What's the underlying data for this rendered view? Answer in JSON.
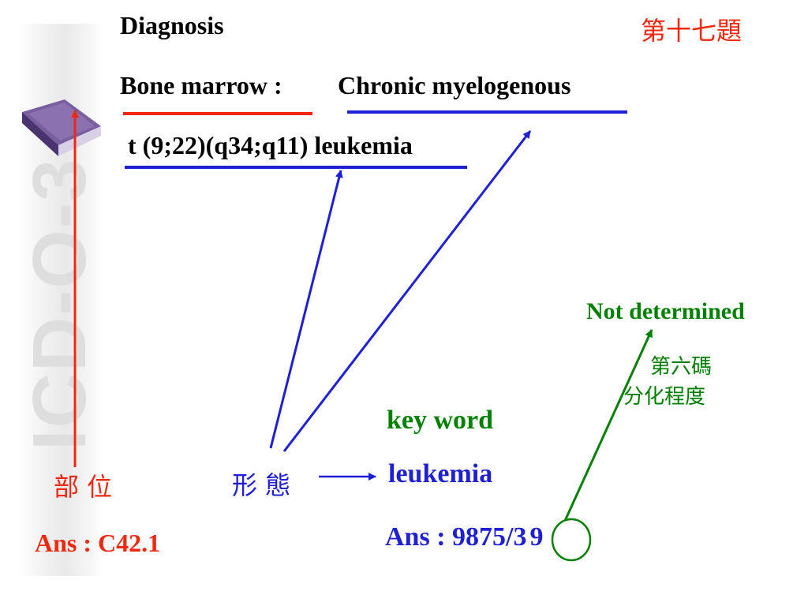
{
  "header": {
    "diagnosis_label": "Diagnosis",
    "question_number": "第十七題"
  },
  "diagnosis": {
    "site_text": "Bone marrow :",
    "morphology_text": "Chronic myelogenous",
    "line2_text": "t (9;22)(q34;q11) leukemia"
  },
  "labels": {
    "site": "部 位",
    "morphology": "形 態",
    "site_answer": "Ans : C42.1",
    "keyword_title": "key word",
    "keyword": "leukemia",
    "morphology_answer_main": "Ans : 9875/3",
    "morphology_answer_digit": "9",
    "not_determined": "Not determined",
    "sixth_digit": "第六碼",
    "differentiation": "分化程度"
  },
  "sidebar": {
    "watermark_text": "ICD-O-3"
  },
  "colors": {
    "red": "#f02810",
    "blue": "#1f1fd6",
    "green": "#008000",
    "text": "#000000"
  }
}
